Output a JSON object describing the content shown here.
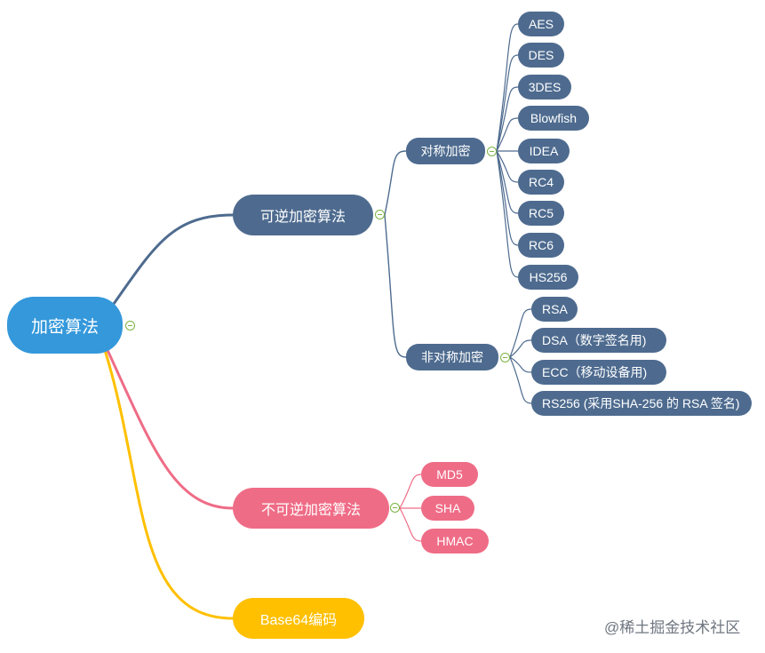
{
  "root": {
    "label": "加密算法"
  },
  "reversible": {
    "label": "可逆加密算法",
    "symmetric": {
      "label": "对称加密",
      "items": [
        "AES",
        "DES",
        "3DES",
        "Blowfish",
        "IDEA",
        "RC4",
        "RC5",
        "RC6",
        "HS256"
      ]
    },
    "asymmetric": {
      "label": "非对称加密",
      "items": [
        "RSA",
        "DSA（数字签名用)",
        "ECC（移动设备用)",
        "RS256 (采用SHA-256 的 RSA 签名)"
      ]
    }
  },
  "irreversible": {
    "label": "不可逆加密算法",
    "items": [
      "MD5",
      "SHA",
      "HMAC"
    ]
  },
  "base64": {
    "label": "Base64编码"
  },
  "watermark": "@稀土掘金技术社区",
  "colors": {
    "root": "#3498db",
    "reversible_branch": "#4e6b8f",
    "irreversible_branch": "#ef6c86",
    "base64_branch": "#ffc000",
    "collapse_toggle": "#7cb342"
  }
}
